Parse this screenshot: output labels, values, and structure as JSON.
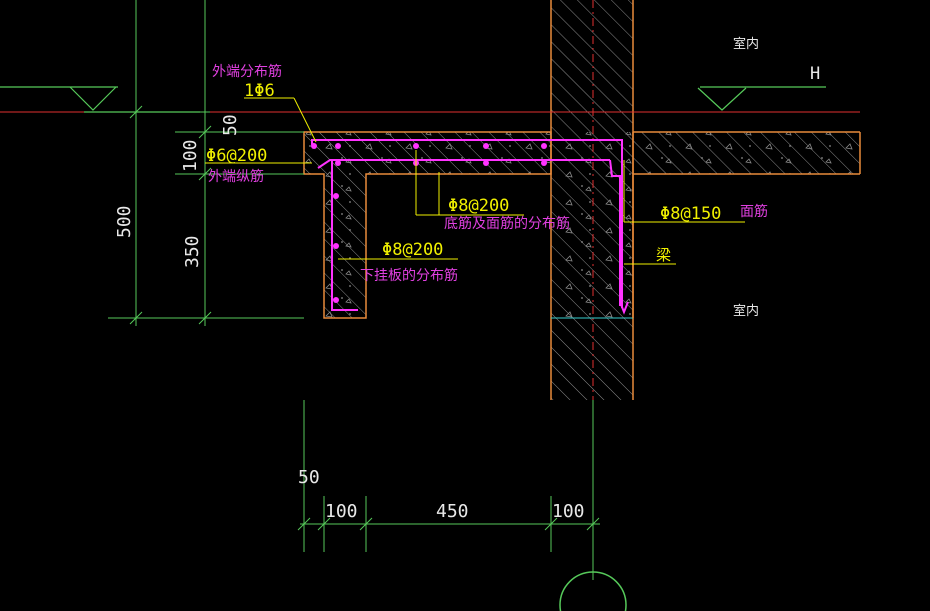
{
  "colors": {
    "background": "#000000",
    "dimension_line": "#56c95a",
    "dimension_text": "#e8e8e8",
    "label_magenta": "#e040e0",
    "label_yellow": "#f0f000",
    "outline_orange": "#e88a3a",
    "rebar_magenta": "#ff33ff",
    "hatch_grey": "#9a9a9a",
    "cyan_line": "#38d0d0",
    "red_line": "#e03030"
  },
  "labels": {
    "outer_distribution_bar": "外端分布筋",
    "outer_bar_spec": "1Φ6",
    "outer_longitudinal_spec": "Φ6@200",
    "outer_longitudinal_bar": "外端纵筋",
    "bottom_top_spec": "Φ8@200",
    "bottom_top_distribution": "底筋及面筋的分布筋",
    "hanging_plate_spec": "Φ8@200",
    "hanging_plate_distribution": "下挂板的分布筋",
    "top_bar_spec": "Φ8@150",
    "top_bar": "面筋",
    "beam": "梁",
    "indoor_upper": "室内",
    "indoor_lower": "室内",
    "level_mark": "H"
  },
  "dimensions": {
    "v_50": "50",
    "v_100": "100",
    "v_500": "500",
    "v_350": "350",
    "h_50": "50",
    "h_100_left": "100",
    "h_450": "450",
    "h_100_right": "100"
  }
}
